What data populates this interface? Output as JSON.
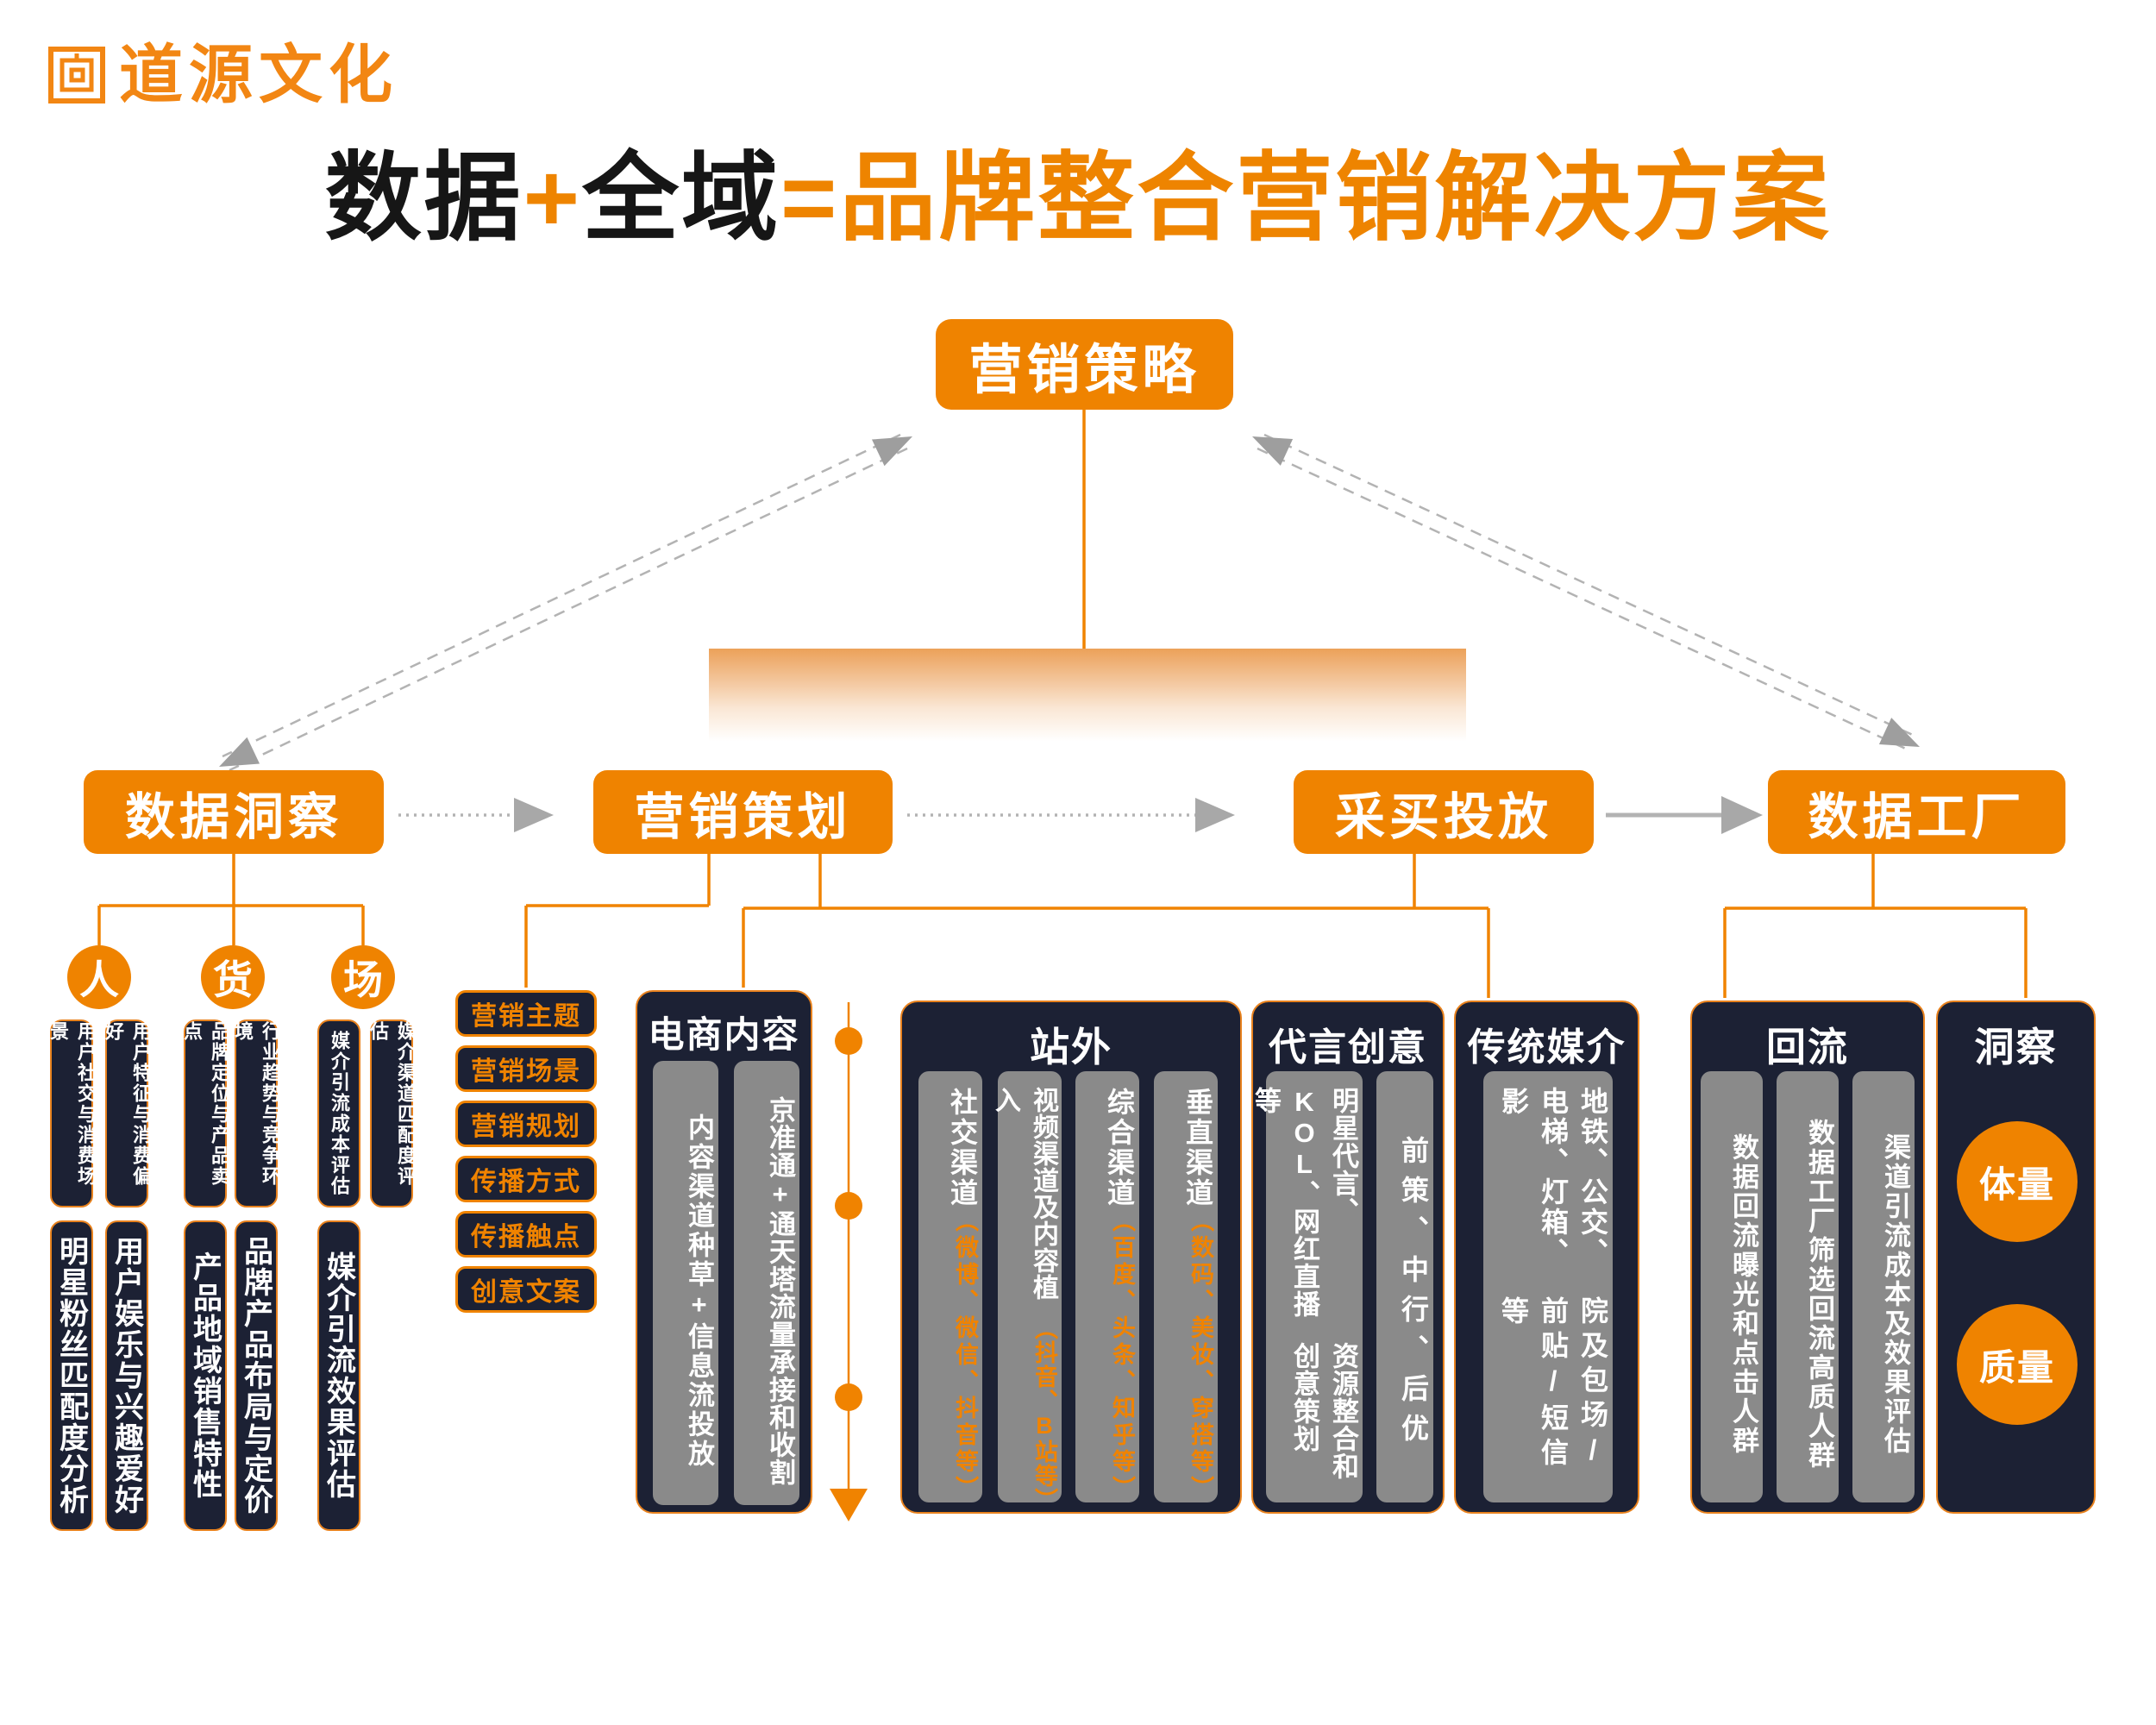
{
  "colors": {
    "accent_orange": "#EF8300",
    "logo_orange": "#F28613",
    "title_orange": "#EE8400",
    "title_black": "#161616",
    "panel_navy": "#1C2134",
    "column_gray": "#8A8A8A",
    "arrow_gray": "#B3B3B3"
  },
  "brand": {
    "name": "道源文化"
  },
  "title": {
    "black1": "数据",
    "plus": "+",
    "black2": "全域",
    "equals": "=",
    "orange": "品牌整合营销解决方案"
  },
  "strategy": {
    "label": "营销策略"
  },
  "stages": [
    {
      "label": "数据洞察"
    },
    {
      "label": "营销策划"
    },
    {
      "label": "采买投放"
    },
    {
      "label": "数据工厂"
    }
  ],
  "insight": {
    "circles": [
      "人",
      "货",
      "场"
    ],
    "pills_row1": [
      "用户社交与消费场景",
      "用户特征与消费偏好",
      "品牌定位与产品卖点",
      "行业趋势与竞争环境",
      "媒介引流成本评估",
      "媒介渠道匹配度评估"
    ],
    "pills_row2": [
      "明星粉丝匹配度分析",
      "用户娱乐与兴趣爱好",
      "产品地域销售特性",
      "品牌产品布局与定价",
      "媒介引流效果评估"
    ]
  },
  "planning": {
    "labels": [
      "营销主题",
      "营销场景",
      "营销规划",
      "传播方式",
      "传播触点",
      "创意文案"
    ]
  },
  "panels": {
    "ecommerce": {
      "title": "电商内容",
      "cols": [
        "内容渠道种草+信息流投放",
        "京准通+通天塔流量承接和收割"
      ]
    },
    "offsite": {
      "title": "站外",
      "cols": [
        {
          "main": "社交渠道",
          "sub": "（微博、微信、抖音等）"
        },
        {
          "main": "视频渠道及内容植入",
          "sub": "（抖音、B站等）"
        },
        {
          "main": "综合渠道",
          "sub": "（百度、头条、知乎等）"
        },
        {
          "main": "垂直渠道",
          "sub": "（数码、美妆、穿搭等）"
        }
      ]
    },
    "endorsement": {
      "title": "代言创意",
      "wide": [
        "明星代言、KOL、网红直播等",
        "资源整合和创意策划"
      ],
      "narrow": "前策、中行、后优"
    },
    "traditional": {
      "title": "传统媒介",
      "lines": [
        "地铁、公交、电梯、灯箱、影",
        "院及包场/前贴/短信等"
      ]
    },
    "reflux": {
      "title": "回流",
      "cols": [
        "数据回流曝光和点击人群",
        "数据工厂筛选回流高质人群",
        "渠道引流成本及效果评估"
      ]
    },
    "insight_panel": {
      "title": "洞察",
      "metrics": [
        "体量",
        "质量"
      ]
    }
  }
}
